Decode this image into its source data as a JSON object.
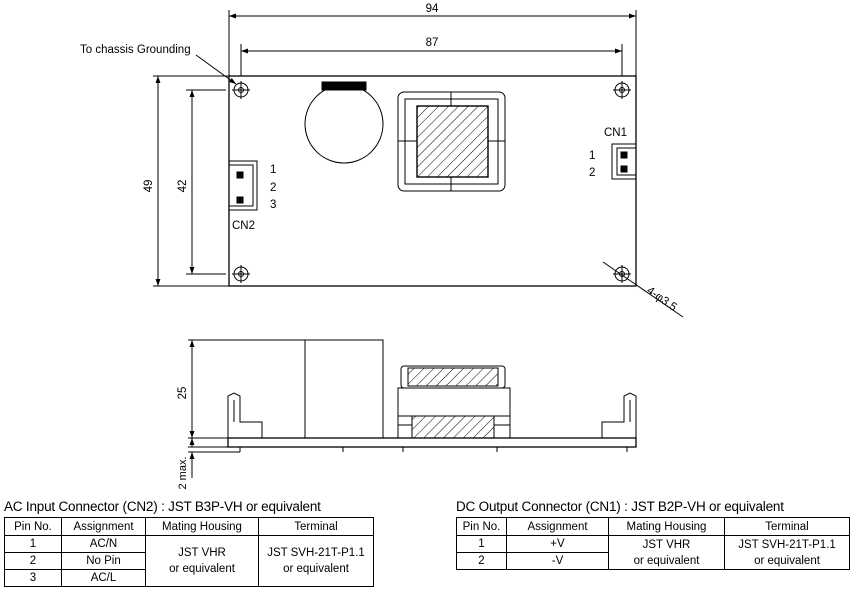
{
  "drawing": {
    "dim_overall_width": "94",
    "dim_hole_pitch_x": "87",
    "dim_overall_height": "49",
    "dim_hole_pitch_y": "42",
    "dim_component_height": "25",
    "dim_pin_length": "2 max.",
    "ground_label": "To chassis Grounding",
    "hole_callout": "4-φ3.5",
    "cn1_label": "CN1",
    "cn1_pins": [
      "1",
      "2"
    ],
    "cn2_label": "CN2",
    "cn2_pins": [
      "1",
      "2",
      "3"
    ]
  },
  "ac_table": {
    "title": "AC Input Connector (CN2) : JST B3P-VH  or equivalent",
    "headers": [
      "Pin No.",
      "Assignment",
      "Mating Housing",
      "Terminal"
    ],
    "rows": [
      {
        "pin": "1",
        "assignment": "AC/N"
      },
      {
        "pin": "2",
        "assignment": "No Pin"
      },
      {
        "pin": "3",
        "assignment": "AC/L"
      }
    ],
    "housing_line1": "JST VHR",
    "housing_line2": "or equivalent",
    "terminal_line1": "JST SVH-21T-P1.1",
    "terminal_line2": "or equivalent"
  },
  "dc_table": {
    "title": "DC Output Connector (CN1) : JST B2P-VH  or equivalent",
    "headers": [
      "Pin No.",
      "Assignment",
      "Mating Housing",
      "Terminal"
    ],
    "rows": [
      {
        "pin": "1",
        "assignment": "+V"
      },
      {
        "pin": "2",
        "assignment": "-V"
      }
    ],
    "housing_line1": "JST VHR",
    "housing_line2": "or equivalent",
    "terminal_line1": "JST SVH-21T-P1.1",
    "terminal_line2": "or equivalent"
  }
}
